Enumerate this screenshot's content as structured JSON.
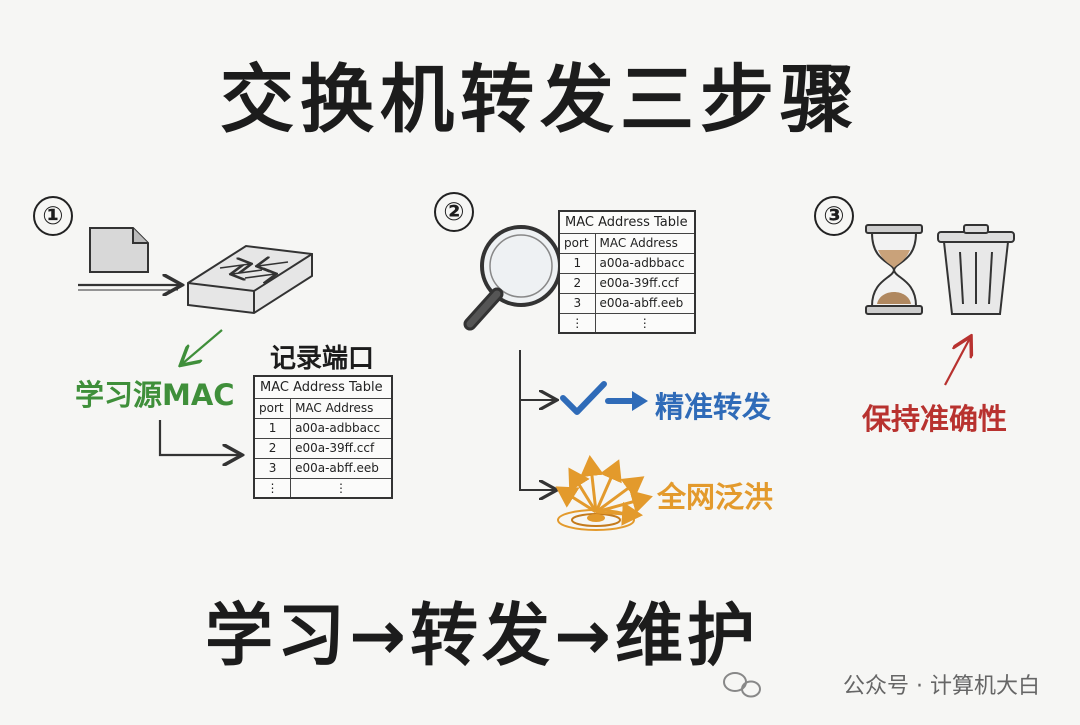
{
  "title": "交换机转发三步骤",
  "steps": [
    "①",
    "②",
    "③"
  ],
  "step1": {
    "label_learn": "学习源MAC",
    "label_record": "记录端口"
  },
  "mac_table": {
    "caption": "MAC Address Table",
    "headers": [
      "port",
      "MAC Address"
    ],
    "rows": [
      [
        "1",
        "a00a-adbbacc"
      ],
      [
        "2",
        "e00a-39ff.ccf"
      ],
      [
        "3",
        "e00a-abff.eeb"
      ],
      [
        "⋮",
        "⋮"
      ]
    ]
  },
  "step2": {
    "exact_forward": "精准转发",
    "flood": "全网泛洪"
  },
  "step3": {
    "maintain": "保持准确性"
  },
  "footer": "学习→转发→维护",
  "watermark": "公众号 · 计算机大白",
  "colors": {
    "green": "#3f8f3a",
    "blue": "#2f6bb8",
    "orange": "#e39a2c",
    "red": "#b8322f"
  }
}
